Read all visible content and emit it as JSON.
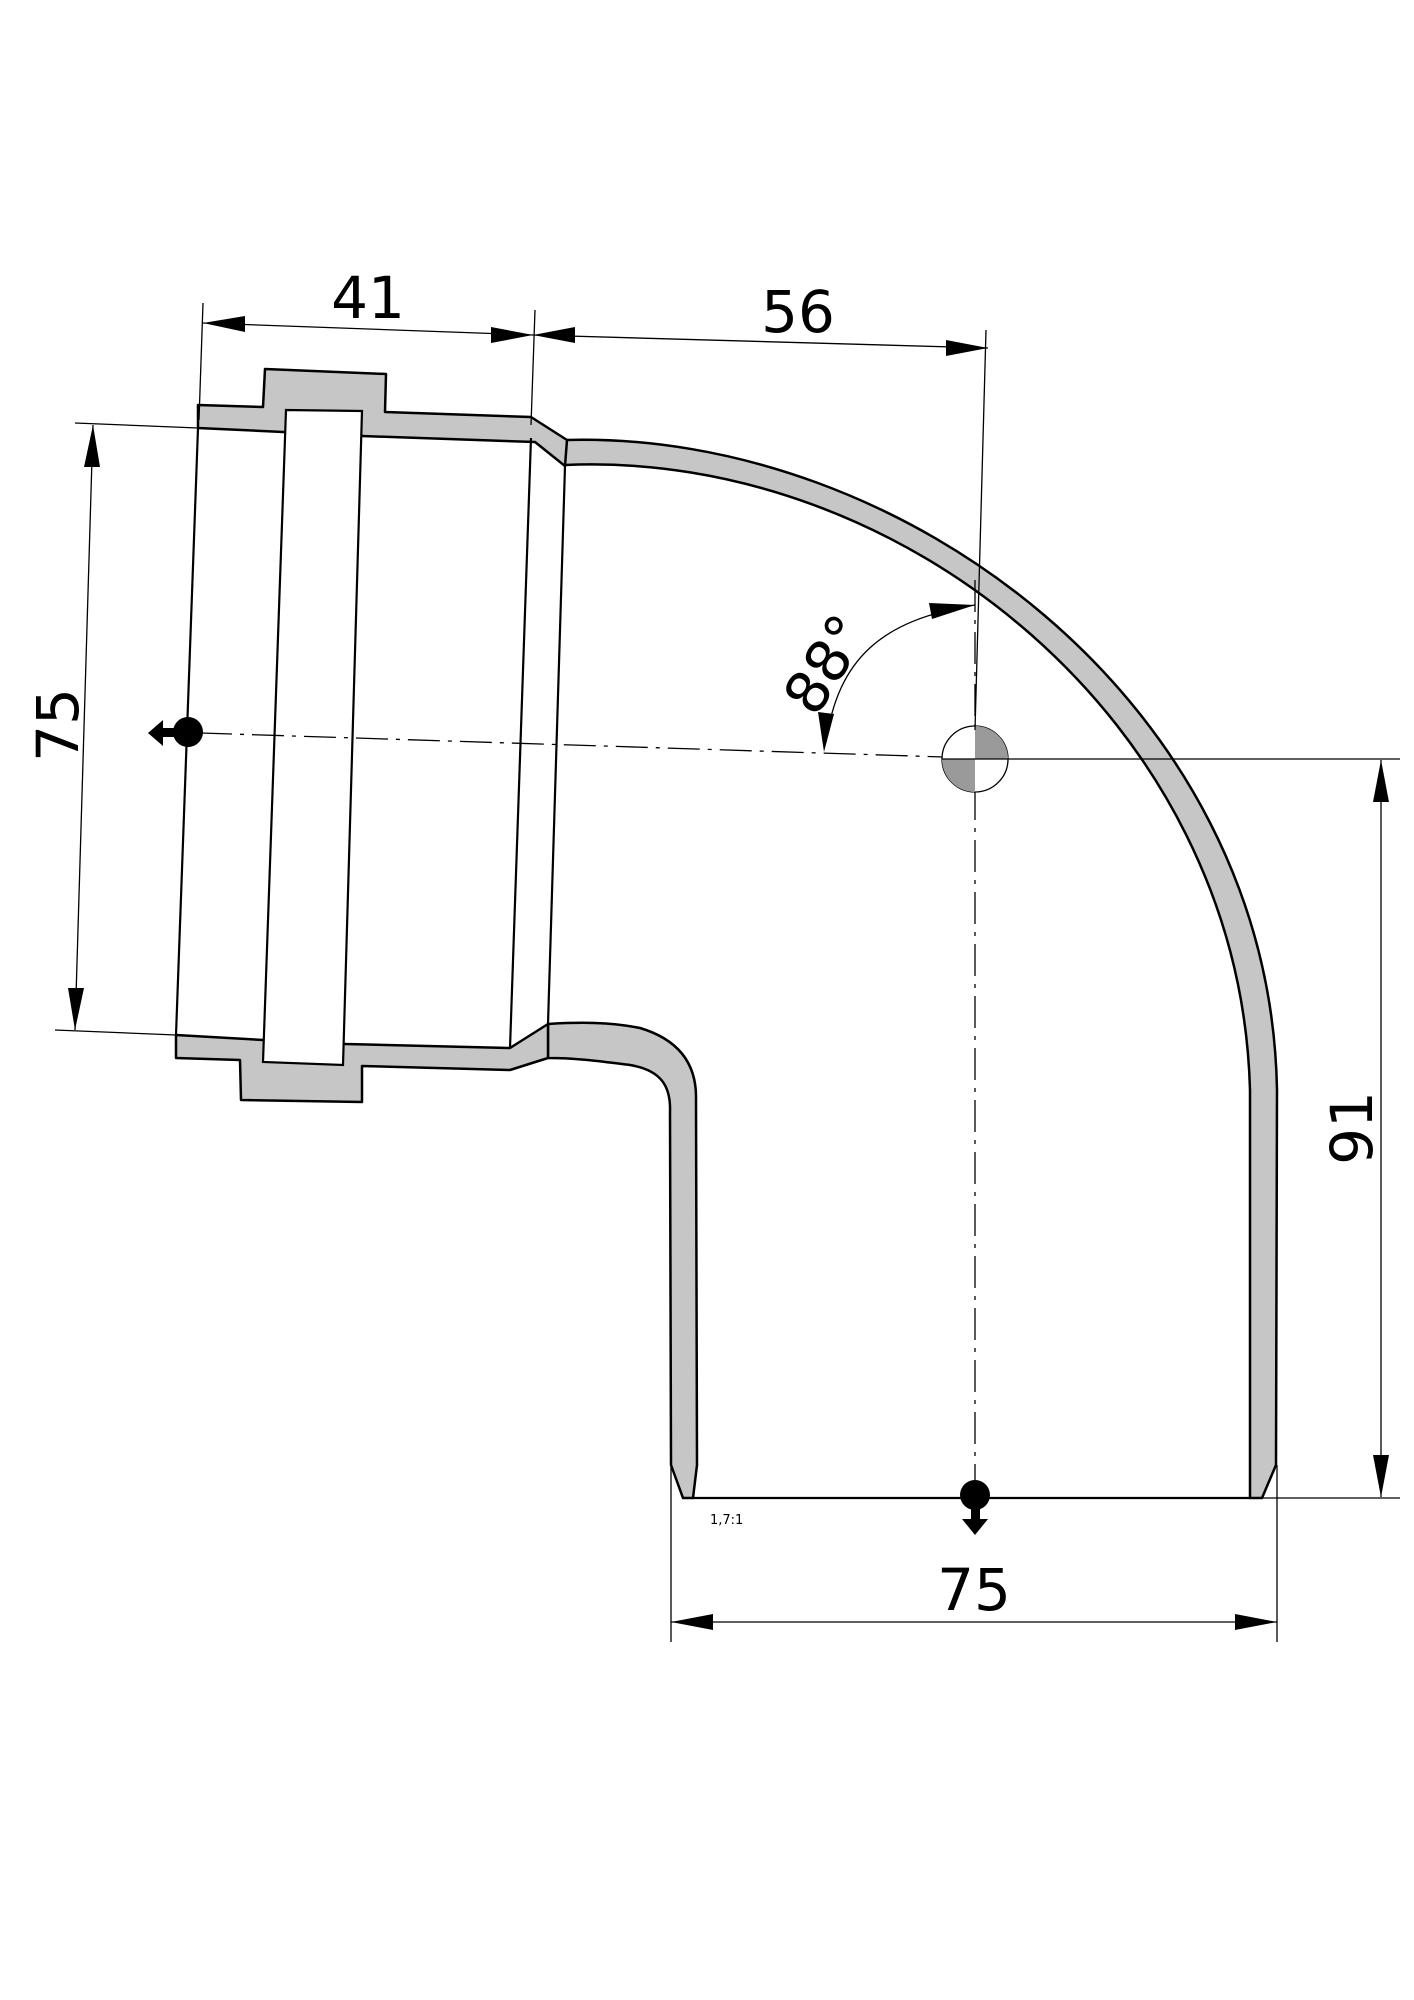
{
  "drawing": {
    "dimensions": {
      "socket_length": "41",
      "elbow_offset": "56",
      "inlet_diameter": "75",
      "outlet_height": "91",
      "outlet_diameter": "75",
      "angle": "88°"
    },
    "scale": "1,7:1",
    "colors": {
      "wall_fill": "#c6c6c6",
      "line": "#000000",
      "marker_gray": "#9a9a9a"
    }
  }
}
